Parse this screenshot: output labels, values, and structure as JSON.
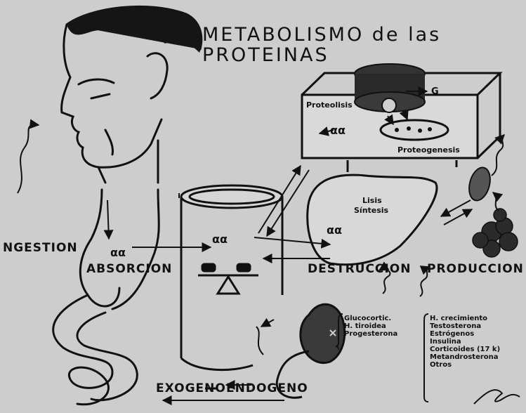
{
  "title": {
    "line1": "METABOLISMO  de  las",
    "line2": "PROTEINAS"
  },
  "labels": {
    "ingestion": "NGESTION",
    "absorcion": "ABSORCION",
    "destruccion": "DESTRUCCION",
    "produccion": "PRODUCCION",
    "exogeno": "EXOGENO",
    "endogeno": "ENDOGENO",
    "proteolisis": "Proteolisis",
    "proteogenesis": "Proteogenesis",
    "g": "G",
    "lisis": "Lisis",
    "sintesis": "Síntesis",
    "aa": "αα"
  },
  "inhibitors": [
    "Glucocortic.",
    "H. tiroidea",
    "Progesterona"
  ],
  "promoters": [
    "H. crecimiento",
    "Testosterona",
    "Estrógenos",
    "Insulina",
    "Corticoides (17 k)",
    "Metandrosterona",
    "Otros"
  ]
}
